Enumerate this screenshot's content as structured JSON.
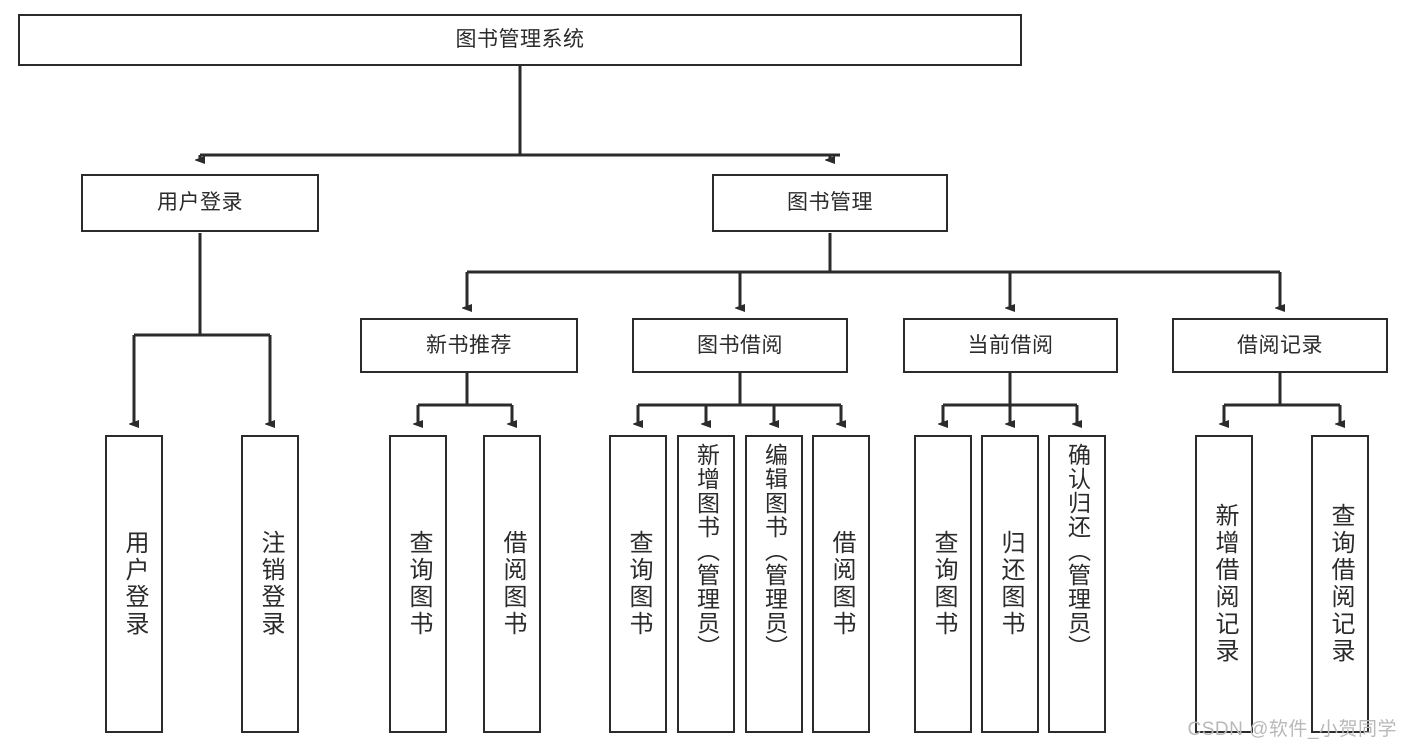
{
  "diagram": {
    "title": "图书管理系统",
    "type": "tree",
    "watermark": "CSDN @软件_小贺同学",
    "style": {
      "stroke": "#2b2b2b",
      "fill": "#ffffff",
      "text": "#2b2b2b",
      "watermark_color": "#b9b9b9"
    },
    "levels": {
      "root": {
        "label": "图书管理系统"
      },
      "level1": [
        {
          "label": "用户登录"
        },
        {
          "label": "图书管理"
        }
      ],
      "level2": [
        {
          "label": "新书推荐"
        },
        {
          "label": "图书借阅"
        },
        {
          "label": "当前借阅"
        },
        {
          "label": "借阅记录"
        }
      ],
      "leaves": {
        "user_login": [
          {
            "label": "用户登录"
          },
          {
            "label": "注销登录"
          }
        ],
        "new_book_recommend": [
          {
            "label": "查询图书"
          },
          {
            "label": "借阅图书"
          }
        ],
        "book_borrow": [
          {
            "label": "查询图书"
          },
          {
            "label": "新增图书（管理员）"
          },
          {
            "label": "编辑图书（管理员）"
          },
          {
            "label": "借阅图书"
          }
        ],
        "current_borrow": [
          {
            "label": "查询图书"
          },
          {
            "label": "归还图书"
          },
          {
            "label": "确认归还（管理员）"
          }
        ],
        "borrow_record": [
          {
            "label": "新增借阅记录"
          },
          {
            "label": "查询借阅记录"
          }
        ]
      }
    }
  }
}
